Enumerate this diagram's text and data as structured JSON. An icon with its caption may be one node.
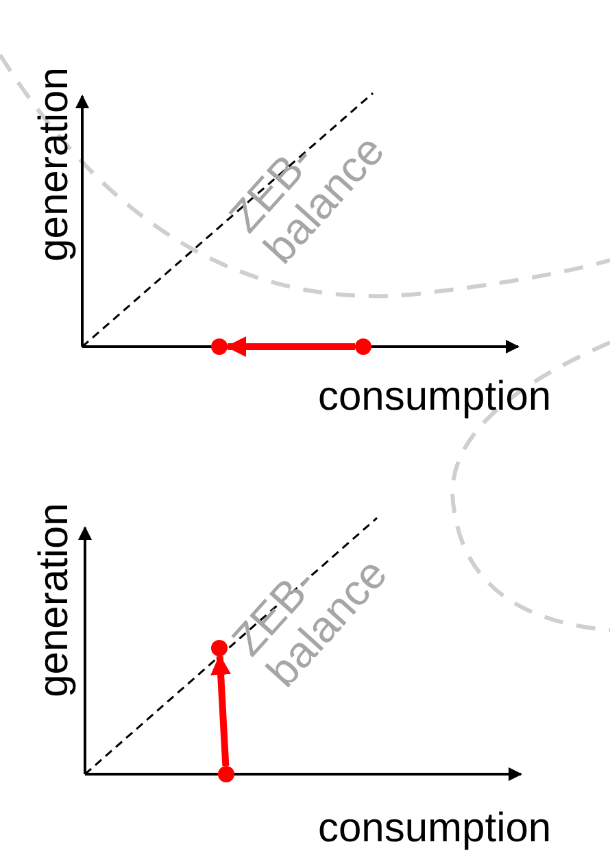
{
  "diagram": {
    "nodes": [
      {
        "text": [],
        "shape": "circle"
      },
      {
        "text": [],
        "shape": "circle"
      },
      {
        "text": [],
        "shape": "circle"
      },
      {
        "text": [],
        "shape": "circle"
      }
    ],
    "edges": [
      {
        "from": 0,
        "to": 1,
        "arrow": "to"
      },
      {
        "from": 2,
        "to": 3,
        "arrow": "to"
      }
    ],
    "labels": [
      "generation",
      "ZEB- balance",
      "consumption",
      "generation",
      "ZEB- balance",
      "consumption"
    ]
  }
}
